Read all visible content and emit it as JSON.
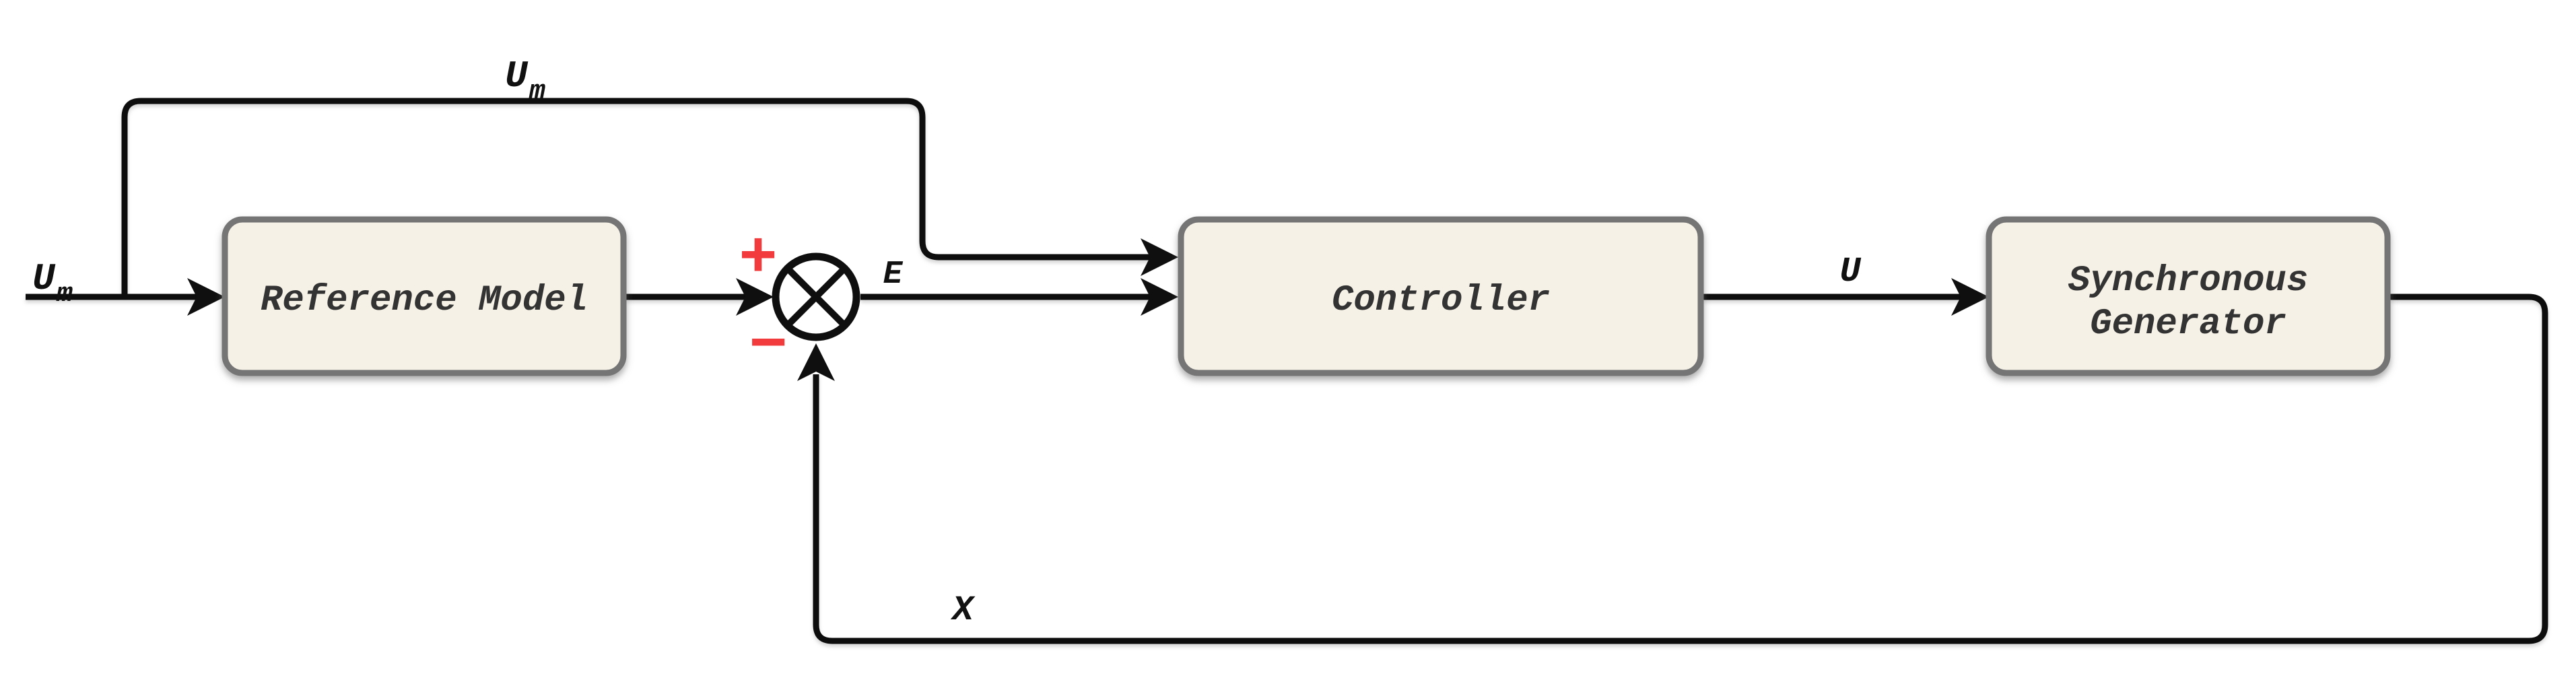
{
  "diagram": {
    "type": "control-system-block-diagram",
    "blocks": {
      "reference_model": {
        "label": "Reference Model"
      },
      "controller": {
        "label": "Controller"
      },
      "synchronous_generator": {
        "label_line1": "Synchronous",
        "label_line2": "Generator"
      }
    },
    "signals": {
      "input": {
        "main": "U",
        "sub": "m"
      },
      "feedback_top": {
        "main": "U",
        "sub": "m"
      },
      "error": "E",
      "control": "U",
      "state_feedback": "X"
    },
    "summing_junction": {
      "positive_sign": "+",
      "negative_sign": "−"
    },
    "colors": {
      "line": "#0f0f0f",
      "block_fill": "#f5f1e6",
      "block_border": "#757575",
      "block_text": "#333333",
      "label_text": "#111111",
      "sign_accent": "#f23b3d",
      "junction_fill": "#ffffff",
      "background": "#ffffff"
    }
  }
}
